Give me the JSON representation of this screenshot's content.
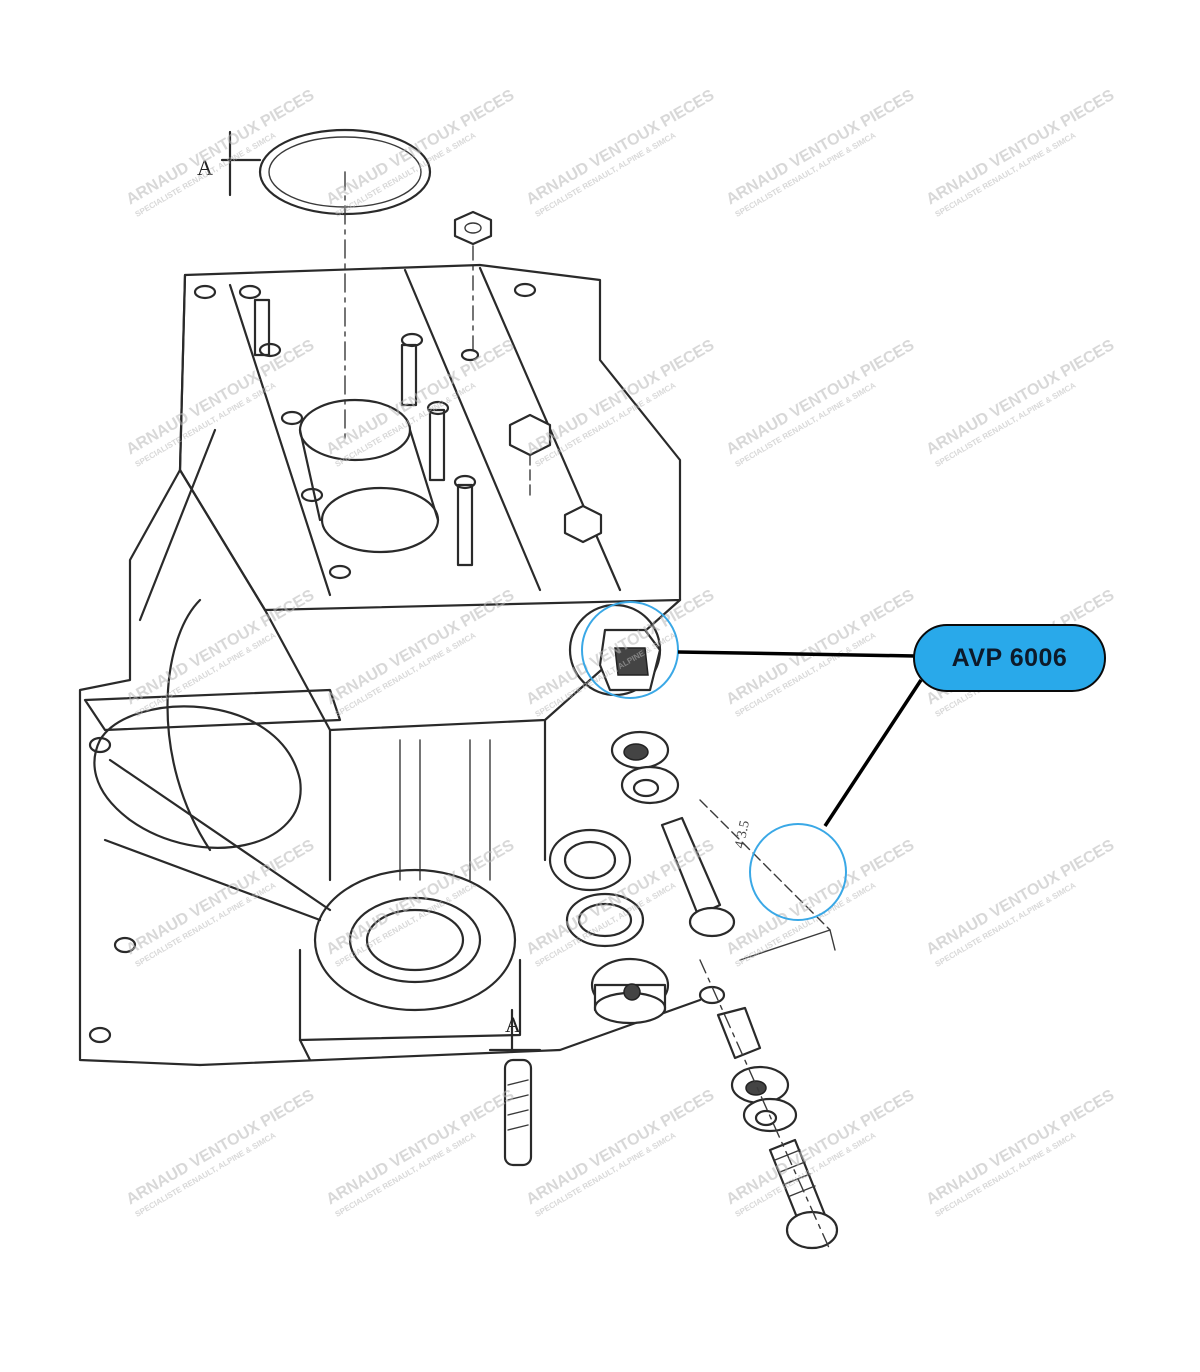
{
  "callout": {
    "part_number": "AVP 6006",
    "accent_color": "#29a9ea",
    "circle_color": "#3aa8e6"
  },
  "drawing": {
    "section_label_top": "A",
    "section_label_bottom": "A"
  },
  "watermark": {
    "line1": "ARNAUD VENTOUX PIECES",
    "line2": "SPECIALISTE RENAULT, ALPINE & SIMCA"
  }
}
